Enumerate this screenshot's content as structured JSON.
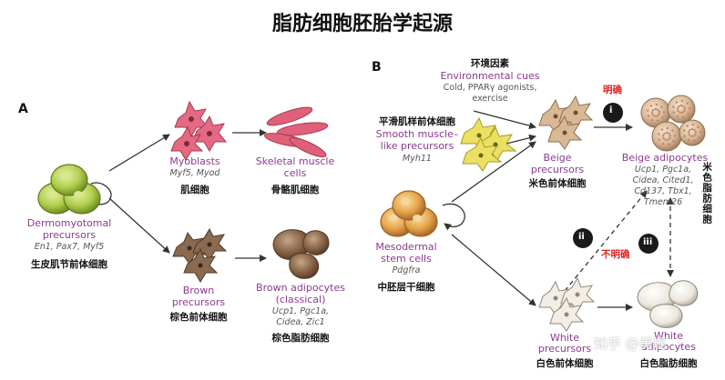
{
  "title": "脂肪细胞胚胎学起源",
  "panel_a": {
    "label": "A",
    "dermo": {
      "name_line1": "Dermomyotomal",
      "name_line2": "precursors",
      "markers": "En1, Pax7, Myf5",
      "cn": "生皮肌节前体细胞"
    },
    "myoblasts": {
      "name": "Myoblasts",
      "markers": "Myf5, Myod",
      "cn": "肌细胞"
    },
    "skeletal": {
      "name_line1": "Skeletal muscle",
      "name_line2": "cells",
      "cn": "骨骼肌细胞"
    },
    "brown_pre": {
      "name_line1": "Brown",
      "name_line2": "precursors",
      "cn": "棕色前体细胞"
    },
    "brown_adipo": {
      "name_line1": "Brown adipocytes",
      "name_line2": "(classical)",
      "markers": "Ucp1, Pgc1a,",
      "markers2": "Cidea, Zic1",
      "cn": "棕色脂肪细胞"
    }
  },
  "panel_b": {
    "label": "B",
    "env": {
      "cn": "环境因素",
      "name": "Environmental cues",
      "line1": "Cold, PPARγ agonists,",
      "line2": "exercise"
    },
    "smooth": {
      "cn": "平滑肌样前体细胞",
      "name_line1": "Smooth muscle–",
      "name_line2": "like precursors",
      "markers": "Myh11"
    },
    "beige_pre": {
      "name_line1": "Beige",
      "name_line2": "precursors",
      "cn": "米色前体细胞"
    },
    "beige_adipo": {
      "name": "Beige adipocytes",
      "markers1": "Ucp1, Pgc1a,",
      "markers2": "Cidea, Cited1,",
      "markers3": "Cd137, Tbx1,",
      "markers4": "Tmem26",
      "cn_vertical": "米色脂肪细胞"
    },
    "meso": {
      "name_line1": "Mesodermal",
      "name_line2": "stem cells",
      "markers": "Pdgfra",
      "cn": "中胚层干细胞"
    },
    "white_pre": {
      "name_line1": "White",
      "name_line2": "precursors",
      "cn": "白色前体细胞"
    },
    "white_adipo": {
      "name_line1": "White",
      "name_line2": "adipocytes",
      "cn": "白色脂肪细胞"
    },
    "clear_label": "明确",
    "unclear_label": "不明确",
    "roman": [
      "i",
      "ii",
      "iii"
    ]
  },
  "watermark": "知乎 @美瑶",
  "colors": {
    "purple": "#8b3a8f",
    "red": "#e02020",
    "green": "#a7c94a",
    "pink": "#e0607a",
    "brown": "#8a6a50",
    "beige": "#d9b995",
    "yellow": "#e9de5a",
    "orange": "#d9983e",
    "white_cell": "#eeeae2"
  }
}
